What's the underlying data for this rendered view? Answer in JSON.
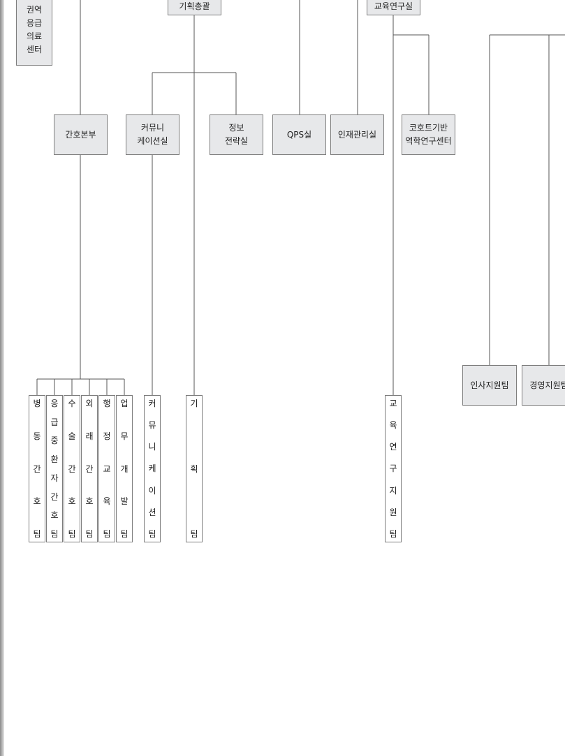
{
  "top_boxes": {
    "regional_emergency": "권역\n응급\n의료\n센터",
    "planning_office": "기획총괄",
    "education_office": "교육연구실"
  },
  "mid_boxes": {
    "nursing": "간호본부",
    "communication_office": "커뮤니\n케이션실",
    "info_strategy": "정보\n전략실",
    "qps": "QPS실",
    "talent_mgmt": "인재관리실",
    "cohort_center": "코호트기반\n역학연구센터"
  },
  "support_boxes": {
    "hr_support": "인사지원팀",
    "mgmt_support": "경영지원팀"
  },
  "teams": [
    {
      "key": "ward_nursing",
      "chars": [
        "병",
        "동",
        "간",
        "호",
        "팀"
      ]
    },
    {
      "key": "emergency_icu_nursing",
      "chars": [
        "응",
        "급",
        "중",
        "환",
        "자",
        "간",
        "호",
        "팀"
      ]
    },
    {
      "key": "surgery_nursing",
      "chars": [
        "수",
        "술",
        "간",
        "호",
        "팀"
      ]
    },
    {
      "key": "outpatient_nursing",
      "chars": [
        "외",
        "래",
        "간",
        "호",
        "팀"
      ]
    },
    {
      "key": "admin_education",
      "chars": [
        "행",
        "정",
        "교",
        "육",
        "팀"
      ]
    },
    {
      "key": "work_development",
      "chars": [
        "업",
        "무",
        "개",
        "발",
        "팀"
      ]
    },
    {
      "key": "communication_team",
      "chars": [
        "커",
        "뮤",
        "니",
        "케",
        "이",
        "션",
        "팀"
      ]
    },
    {
      "key": "planning_team",
      "chars": [
        "기",
        "획",
        "팀"
      ]
    },
    {
      "key": "education_research_support",
      "chars": [
        "교",
        "육",
        "연",
        "구",
        "지",
        "원",
        "팀"
      ]
    }
  ]
}
